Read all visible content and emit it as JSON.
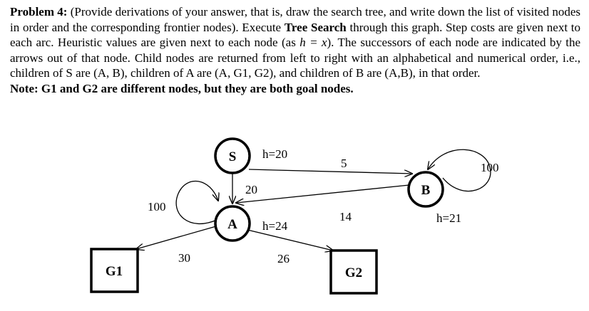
{
  "problem": {
    "heading": "Problem 4:",
    "line1": " (Provide derivations of your answer, that is, draw the search tree, and write down the list of visited nodes in order and the corresponding frontier nodes). Execute ",
    "algo": "Tree Search",
    "line2": " through this graph. Step costs are given next to each arc. Heuristic values are given next to each node (as ",
    "hx": "h = x",
    "line3": "). The successors of each node are indicated by the arrows out of that node. Child nodes are returned from left to right with an alphabetical and numerical order, i.e., children of S are (A, B), children of A are (A, G1, G2), and children of B are (A,B), in that order.",
    "note": "Note: G1 and G2 are different nodes, but they are both goal nodes."
  },
  "graph": {
    "nodes": {
      "S": {
        "label": "S",
        "h": "h=20"
      },
      "A": {
        "label": "A",
        "h": "h=24"
      },
      "B": {
        "label": "B",
        "h": "h=21"
      },
      "G1": {
        "label": "G1"
      },
      "G2": {
        "label": "G2"
      }
    },
    "costs": {
      "S_A": "20",
      "S_B": "5",
      "A_A": "100",
      "A_G1": "30",
      "A_G2": "26",
      "B_A": "14",
      "B_B": "100"
    }
  }
}
